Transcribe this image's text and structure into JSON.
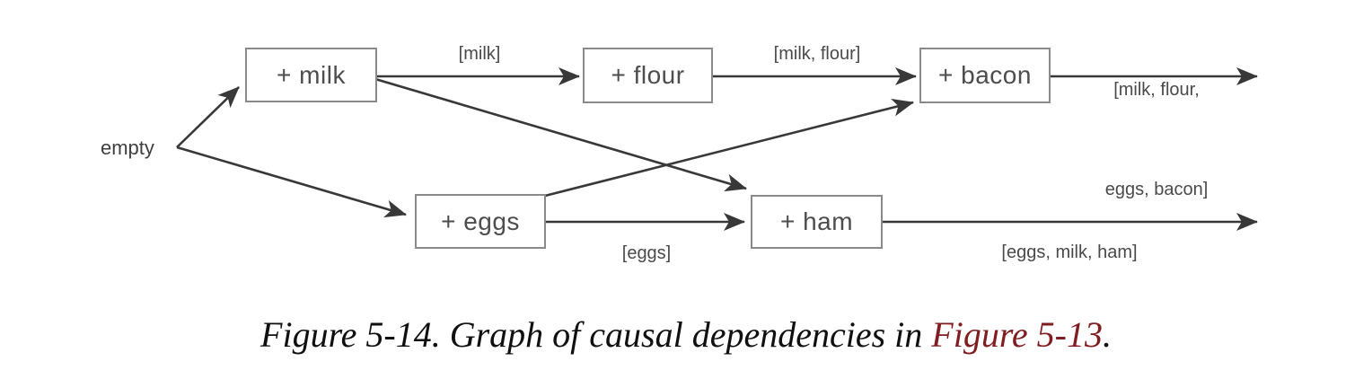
{
  "figure": {
    "caption": {
      "prefix": "Figure 5-14. Graph of causal dependencies in ",
      "link_text": "Figure 5-13",
      "suffix": "."
    }
  },
  "diagram": {
    "start_label": "empty",
    "nodes": [
      {
        "label": "+ milk"
      },
      {
        "label": "+ flour"
      },
      {
        "label": "+ bacon"
      },
      {
        "label": "+ eggs"
      },
      {
        "label": "+ ham"
      }
    ],
    "edge_labels": {
      "after_milk": "[milk]",
      "after_flour": "[milk, flour]",
      "after_bacon_line1": "[milk, flour,",
      "after_bacon_line2": "eggs, bacon]",
      "after_eggs": "[eggs]",
      "after_ham": "[eggs, milk, ham]"
    },
    "edges": [
      {
        "from": "empty",
        "to": "+ milk"
      },
      {
        "from": "empty",
        "to": "+ eggs"
      },
      {
        "from": "+ milk",
        "to": "+ flour"
      },
      {
        "from": "+ milk",
        "to": "+ ham"
      },
      {
        "from": "+ flour",
        "to": "+ bacon"
      },
      {
        "from": "+ eggs",
        "to": "+ ham"
      },
      {
        "from": "+ eggs",
        "to": "+ bacon"
      },
      {
        "from": "+ bacon",
        "to": "output-right"
      },
      {
        "from": "+ ham",
        "to": "output-right"
      }
    ],
    "colors": {
      "arrow": "#383838",
      "node_border": "#8a8a8a",
      "node_text": "#4d4d4d",
      "label_text": "#4a4a4a",
      "caption_text": "#101010",
      "caption_link": "#7f1d20"
    }
  }
}
